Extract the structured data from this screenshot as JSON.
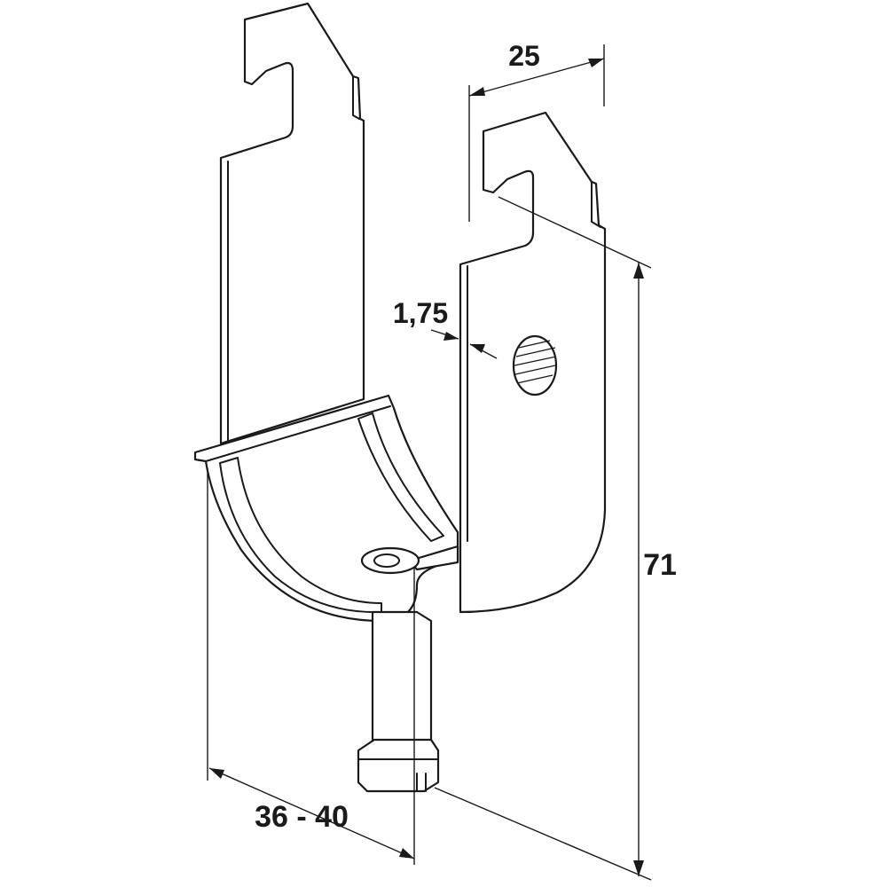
{
  "dimensions": {
    "width_top": "25",
    "thickness": "1,75",
    "height": "71",
    "diameter_range": "36 - 40"
  },
  "colors": {
    "line": "#1a1a1a",
    "background": "#ffffff"
  }
}
